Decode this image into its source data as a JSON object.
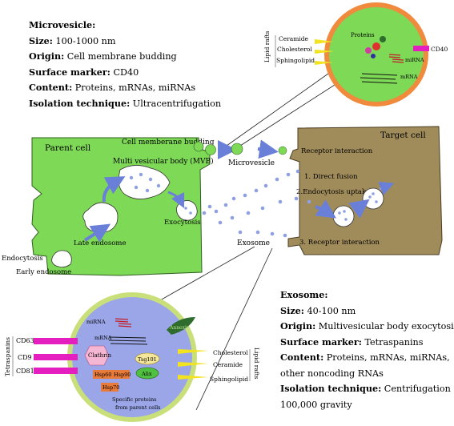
{
  "microvesicle_info": {
    "title": "Microvesicle:",
    "size_label": "Size:",
    "size_value": "100-1000 nm",
    "origin_label": "Origin:",
    "origin_value": "Cell membrane budding",
    "marker_label": "Surface marker:",
    "marker_value": "CD40",
    "content_label": "Content:",
    "content_value": "Proteins, mRNAs, miRNAs",
    "isolation_label": "Isolation technique:",
    "isolation_value": "Ultracentrifugation"
  },
  "exosome_info": {
    "title": "Exosome:",
    "size_label": "Size:",
    "size_value": "40-100 nm",
    "origin_label": "Origin:",
    "origin_value": "Multivesicular body exocytosis",
    "marker_label": "Surface marker:",
    "marker_value": "Tetraspanins",
    "content_label": "Content:",
    "content_value": "Proteins, mRNAs, miRNAs,",
    "content_value_2": "other noncoding RNAs",
    "isolation_label": "Isolation technique:",
    "isolation_value": "Centrifugation at",
    "isolation_value_2": "100,000 gravity"
  },
  "parent_cell": {
    "title": "Parent cell",
    "budding": "Cell memberane budding",
    "mvb": "Multi vesicular body (MVB)",
    "late_endosome": "Late endosome",
    "exocytosis": "Exocytosis",
    "endocytosis": "Endocytosis",
    "early_endosome": "Early endosome"
  },
  "target_cell": {
    "title": "Target cell",
    "receptor_interaction": "Receptor interaction",
    "direct_fusion": "1. Direct fusion",
    "endocytosis_uptake": "2.Endocytosis uptake",
    "receptor_interaction_3": "3. Receptor interaction"
  },
  "labels": {
    "microvesicle": "Microvesicle",
    "exosome": "Exosome"
  },
  "microvesicle_zoom": {
    "lipid_rafts": "Lipid rafts",
    "ceramide": "Ceramide",
    "cholesterol": "Cholesterol",
    "sphingolipid": "Sphingolipid",
    "proteins": "Proteins",
    "mirna": "miRNA",
    "mrna": "mRNA",
    "cd40": "CD40"
  },
  "exosome_zoom": {
    "tetraspanins": "Tetraspanins",
    "cd63": "CD63",
    "cd9": "CD9",
    "cd81": "CD81",
    "mirna": "miRNA",
    "mrna": "mRNA",
    "annexin": "Annexin",
    "clathrin": "Clathrin",
    "tsg101": "Tsg101",
    "alix": "Alix",
    "hsp60": "Hsp60",
    "hsp90": "Hsp90",
    "hsp70": "Hsp70",
    "specific_1": "Specific proteins",
    "specific_2": "from parent cells",
    "cholesterol": "Cholesterol",
    "ceramide": "Ceramide",
    "sphingolipid": "Sphingolipid",
    "lipid_rafts": "Lipid rafts"
  },
  "colors": {
    "cell_green": "#7ed957",
    "target_brown": "#a08c5a",
    "vesicle_ring": "#f08a3c",
    "vesicle_blue": "#8fa0e0",
    "arrow_blue": "#6a7fd8",
    "cd_magenta": "#e51fbf",
    "raft_yellow": "#f2e21f"
  }
}
